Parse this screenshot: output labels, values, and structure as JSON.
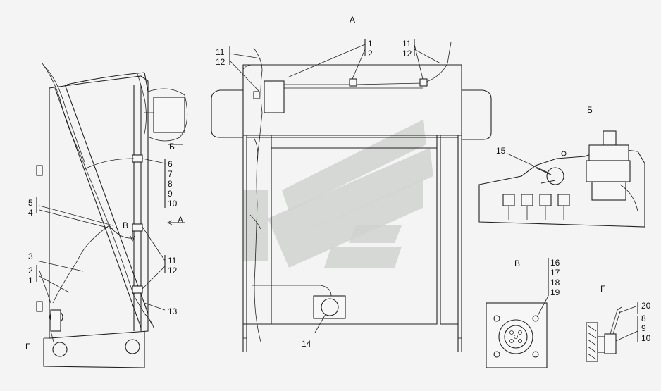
{
  "view_titles": {
    "a": "А",
    "b": "Б",
    "v": "В",
    "g": "Г"
  },
  "side_view": {
    "refs": {
      "r1": "1",
      "r2": "2",
      "r3": "3",
      "r4": "4",
      "r5": "5",
      "r6": "6",
      "r7": "7",
      "r8": "8",
      "r9": "9",
      "r10": "10",
      "r11": "11",
      "r12": "12",
      "r13": "13"
    },
    "section_marks": {
      "b": "Б",
      "v": "В",
      "g": "Г",
      "a": "А"
    }
  },
  "front_view": {
    "refs": {
      "left_11": "11",
      "left_12": "12",
      "mid_1": "1",
      "mid_2": "2",
      "right_11": "11",
      "right_12": "12",
      "r14": "14"
    }
  },
  "detail_b": {
    "refs": {
      "r15": "15"
    }
  },
  "detail_v": {
    "refs": {
      "r16": "16",
      "r17": "17",
      "r18": "18",
      "r19": "19"
    }
  },
  "detail_g": {
    "refs": {
      "r20": "20",
      "r8": "8",
      "r9": "9",
      "r10": "10"
    }
  },
  "colors": {
    "line": "#222222",
    "background": "#f4f4f4",
    "watermark": "#cfd2cf"
  }
}
